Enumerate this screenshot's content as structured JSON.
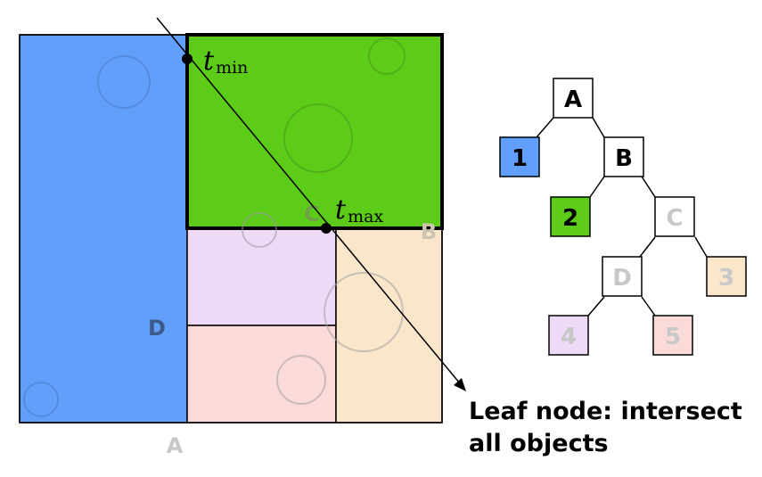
{
  "regions": {
    "outer_label": "A",
    "left_label": "D",
    "right_label": "B",
    "inner_label": "C"
  },
  "ray": {
    "t_min_base": "t",
    "t_min_sub": "min",
    "t_max_base": "t",
    "t_max_sub": "max"
  },
  "tree": {
    "nodes": {
      "A": "A",
      "B": "B",
      "C": "C",
      "D": "D",
      "leaf1": "1",
      "leaf2": "2",
      "leaf3": "3",
      "leaf4": "4",
      "leaf5": "5"
    }
  },
  "caption": {
    "line1": "Leaf node: intersect",
    "line2": "all objects"
  },
  "colors": {
    "blue": "#619ffa",
    "green": "#5dcc19",
    "lavender": "#eedaf6",
    "pink": "#fadbda",
    "peach": "#f9e6cb",
    "faded_label": "#c8c8c8",
    "dark_label": "#3c5a8a"
  }
}
